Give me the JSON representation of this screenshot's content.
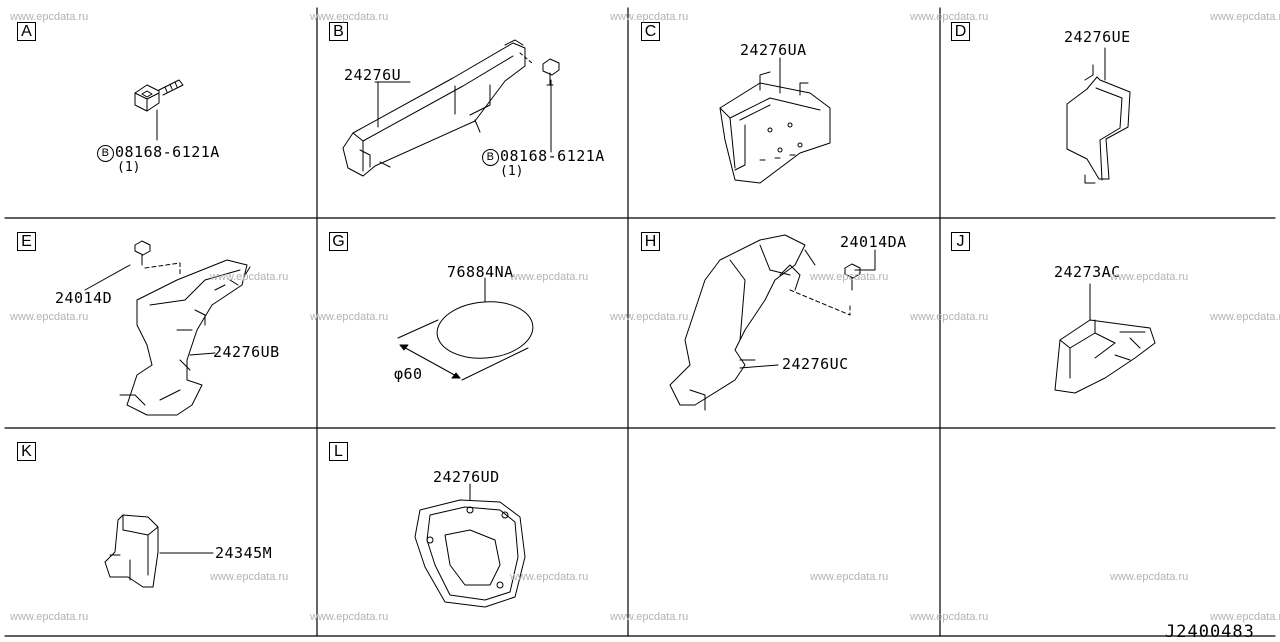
{
  "watermark": "www.epcdata.ru",
  "diagram_code": "J2400483",
  "bolt_prefix": "B",
  "panels": [
    {
      "letter": "A",
      "parts": [
        {
          "number": "08168-6121A",
          "qty": "(1)"
        }
      ]
    },
    {
      "letter": "B",
      "parts": [
        {
          "number": "24276U"
        },
        {
          "number": "08168-6121A",
          "qty": "(1)"
        }
      ]
    },
    {
      "letter": "C",
      "parts": [
        {
          "number": "24276UA"
        }
      ]
    },
    {
      "letter": "D",
      "parts": [
        {
          "number": "24276UE"
        }
      ]
    },
    {
      "letter": "E",
      "parts": [
        {
          "number": "24014D"
        },
        {
          "number": "24276UB"
        }
      ]
    },
    {
      "letter": "G",
      "parts": [
        {
          "number": "76884NA"
        }
      ],
      "dimension": "φ60"
    },
    {
      "letter": "H",
      "parts": [
        {
          "number": "24014DA"
        },
        {
          "number": "24276UC"
        }
      ]
    },
    {
      "letter": "J",
      "parts": [
        {
          "number": "24273AC"
        }
      ]
    },
    {
      "letter": "K",
      "parts": [
        {
          "number": "24345M"
        }
      ]
    },
    {
      "letter": "L",
      "parts": [
        {
          "number": "24276UD"
        }
      ]
    }
  ],
  "colors": {
    "line": "#000000",
    "watermark": "#b3b3b3",
    "background": "#ffffff"
  }
}
